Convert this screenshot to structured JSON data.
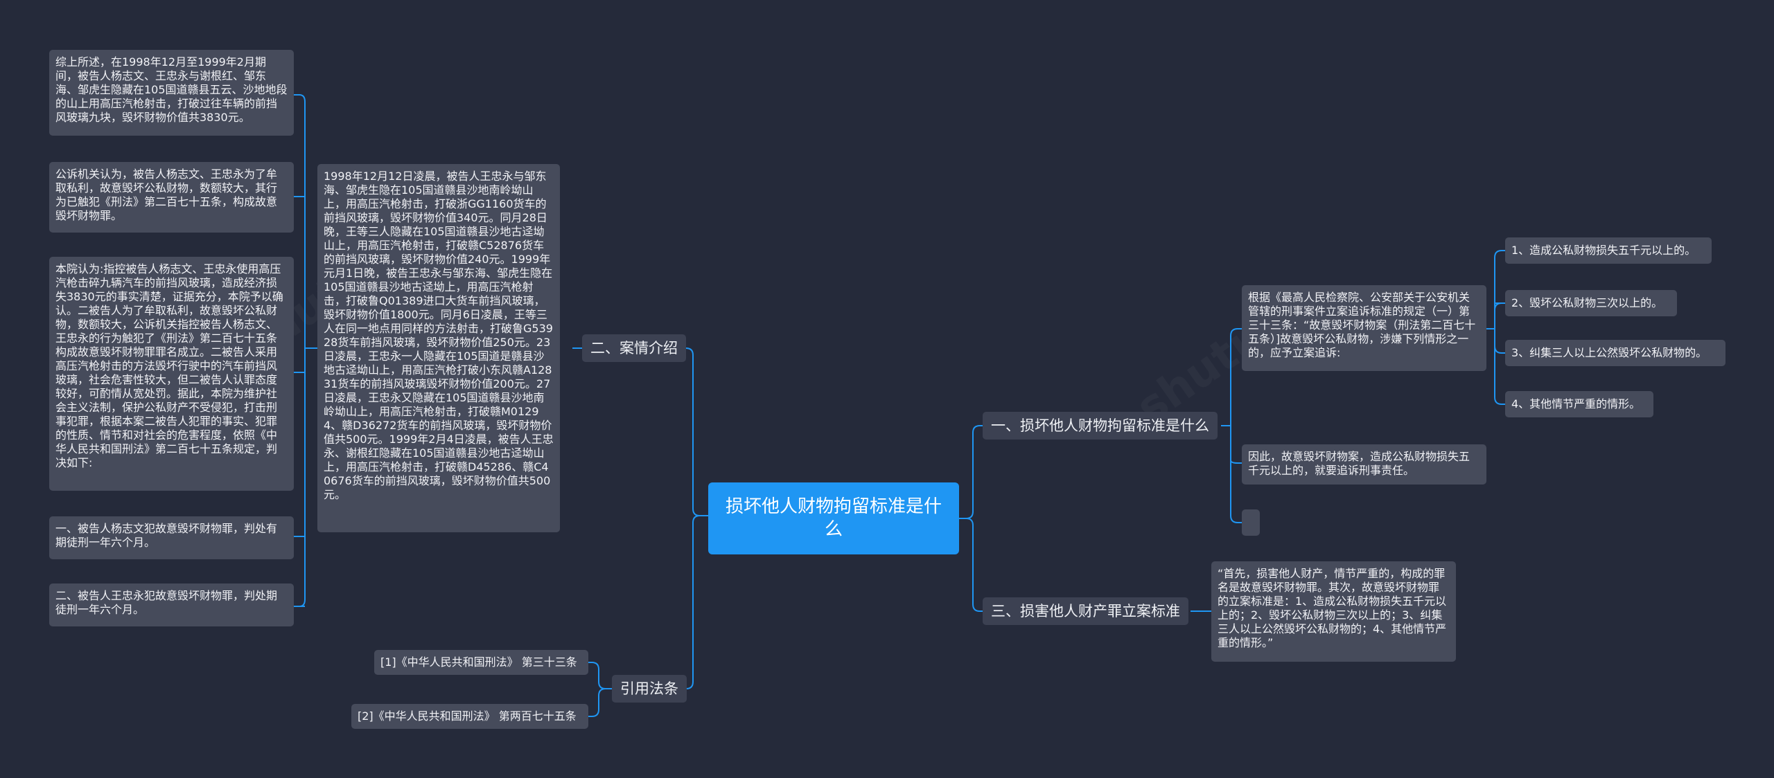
{
  "root": {
    "title": "损坏他人财物拘留标准是什么"
  },
  "branches": {
    "case_intro": "二、案情介绍",
    "laws": "引用法条",
    "standard": "一、损坏他人财物拘留标准是什么",
    "filing": "三、损害他人财产罪立案标准"
  },
  "case_intro": {
    "detail": "1998年12月12日凌晨，被告人王忠永与邹东海、邹虎生隐在105国道赣县沙地南岭坳山上，用高压汽枪射击，打破浙GG1160货车的前挡风玻璃，毁坏财物价值340元。同月28日晚，王等三人隐藏在105国道赣县沙地古迳坳山上，用高压汽枪射击，打破赣C52876货车的前挡风玻璃，毁坏财物价值240元。1999年元月1日晚，被告王忠永与邹东海、邹虎生隐在105国道赣县沙地古迳坳上，用高压汽枪射击，打破鲁Q01389进口大货车前挡风玻璃，毁坏财物价值1800元。同月6日凌晨，王等三人在同一地点用同样的方法射击，打破鲁G53928货车前挡风玻璃，毁坏财物价值250元。23日凌晨，王忠永一人隐藏在105国道是赣县沙地古迳坳山上，用高压汽枪打破小东风赣A12831货车的前挡风玻璃毁坏财物价值200元。27日凌晨，王忠永又隐藏在105国道赣县沙地南岭坳山上，用高压汽枪射击，打破赣M01294、赣D36272货车的前挡风玻璃，毁坏财物价值共500元。1999年2月4日凌晨，被告人王忠永、谢根红隐藏在105国道赣县沙地古迳坳山上，用高压汽枪射击，打破赣D45286、赣C40676货车的前挡风玻璃，毁坏财物价值共500元。",
    "summary": "综上所述，在1998年12月至1999年2月期间，被告人杨志文、王忠永与谢根红、邹东海、邹虎生隐藏在105国道赣县五云、沙地地段的山上用高压汽枪射击，打破过往车辆的前挡风玻璃九块，毁坏财物价值共3830元。",
    "prosecution": "公诉机关认为，被告人杨志文、王忠永为了牟取私利，故意毁坏公私财物，数额较大，其行为已触犯《刑法》第二百七十五条，构成故意毁坏财物罪。",
    "court": "本院认为:指控被告人杨志文、王忠永使用高压汽枪击碎九辆汽车的前挡风玻璃，造成经济损失3830元的事实清楚，证据充分，本院予以确认。二被告人为了牟取私利，故意毁坏公私财物，数额较大，公诉机关指控被告人杨志文、王忠永的行为触犯了《刑法》第二百七十五条构成故意毁坏财物罪罪名成立。二被告人采用高压汽枪射击的方法毁坏行驶中的汽车前挡风玻璃，社会危害性较大，但二被告人认罪态度较好，可酌情从宽处罚。据此，本院为维护社会主义法制，保护公私财产不受侵犯，打击刑事犯罪，根据本案二被告人犯罪的事实、犯罪的性质、情节和对社会的危害程度，依照《中华人民共和国刑法》第二百七十五条规定，判决如下:",
    "verdict1": "一、被告人杨志文犯故意毁坏财物罪，判处有期徒刑一年六个月。",
    "verdict2": "二、被告人王忠永犯故意毁坏财物罪，判处期徒刑一年六个月。"
  },
  "laws": {
    "law1": "[1]《中华人民共和国刑法》 第三十三条",
    "law2": "[2]《中华人民共和国刑法》 第两百七十五条"
  },
  "standard": {
    "basis": "根据《最高人民检察院、公安部关于公安机关管辖的刑事案件立案追诉标准的规定（一）第三十三条：“故意毁坏财物案（刑法第二百七十五条）]故意毁坏公私财物，涉嫌下列情形之一的，应予立案追诉:",
    "items": [
      "1、造成公私财物损失五千元以上的。",
      "2、毁坏公私财物三次以上的。",
      "3、纠集三人以上公然毁坏公私财物的。",
      "4、其他情节严重的情形。"
    ],
    "conclusion": "因此，故意毁坏财物案，造成公私财物损失五千元以上的，就要追诉刑事责任。",
    "empty": ""
  },
  "filing": {
    "text": "“首先，损害他人财产，情节严重的，构成的罪名是故意毁坏财物罪。其次，故意毁坏财物罪的立案标准是：1、造成公私财物损失五千元以上的；2、毁坏公私财物三次以上的；3、纠集三人以上公然毁坏公私财物的；4、其他情节严重的情形。”"
  },
  "colors": {
    "connector": "#1f96f3",
    "root": "#1f96f3",
    "node": "#464b5b",
    "background": "#252a3a"
  }
}
